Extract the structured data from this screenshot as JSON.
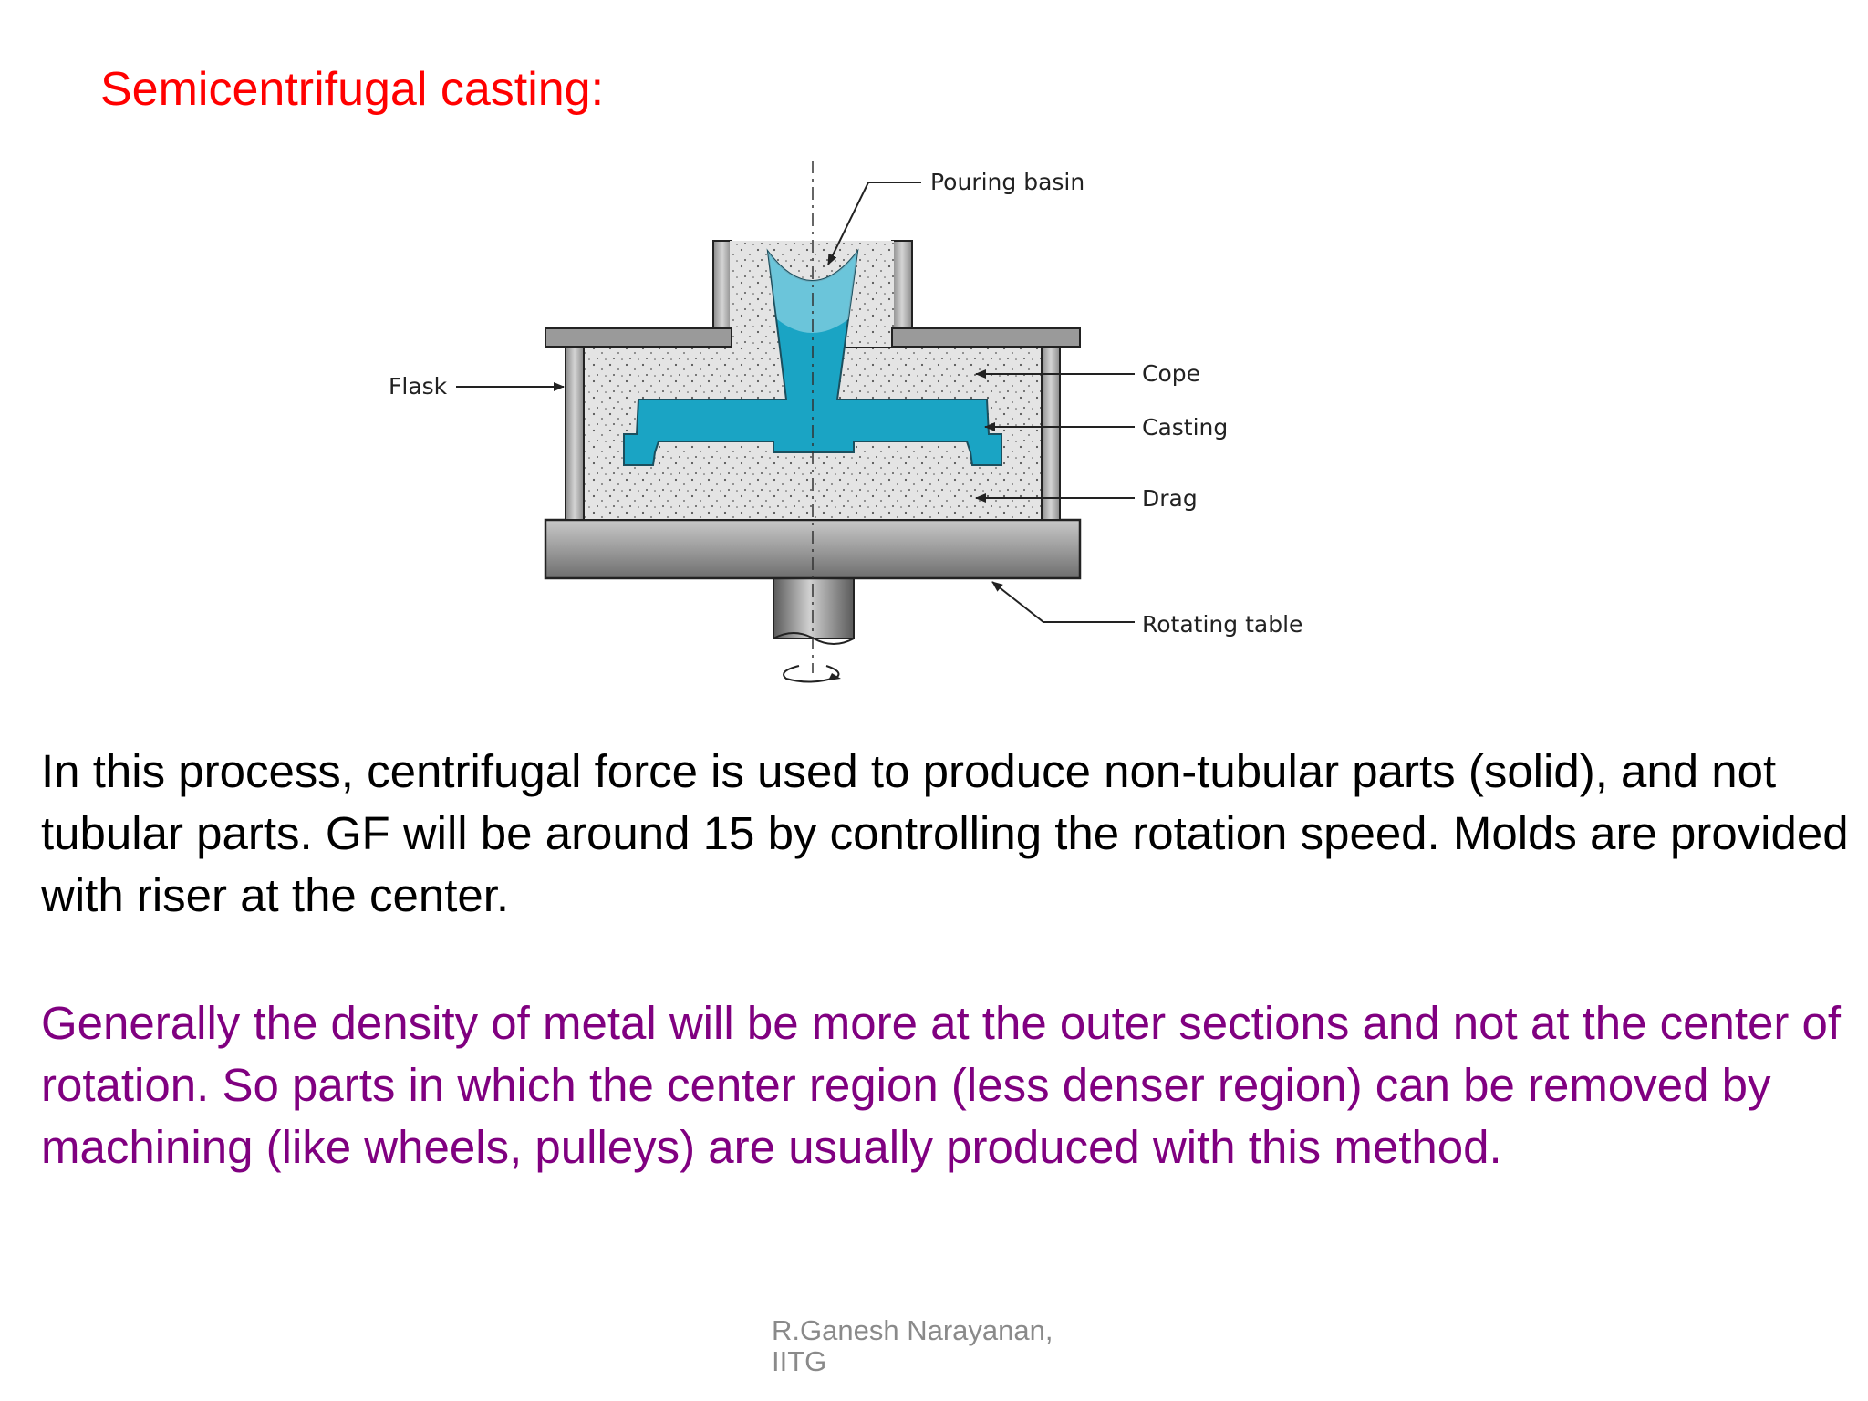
{
  "slide": {
    "title": "Semicentrifugal casting:",
    "title_color": "#ff0000"
  },
  "diagram": {
    "labels": {
      "pouring_basin": "Pouring basin",
      "flask": "Flask",
      "cope": "Cope",
      "casting": "Casting",
      "drag": "Drag",
      "rotating_table": "Rotating table"
    },
    "colors": {
      "metal": "#1aa4c4",
      "sand": "#e2e2e2",
      "steel": "#9a9a9a"
    }
  },
  "body": {
    "paragraph1": "In this process, centrifugal force is used to produce non-tubular parts (solid), and not tubular parts. GF will be around 15 by controlling the rotation speed. Molds are provided with riser at the center.",
    "paragraph2": "Generally the density of metal will be more at the outer sections and not at the center of rotation. So parts in which the center region (less denser region) can be removed by machining (like wheels, pulleys) are usually produced with this method.",
    "paragraph1_color": "#000000",
    "paragraph2_color": "#800080"
  },
  "footer": {
    "author_line1": "R.Ganesh Narayanan,",
    "author_line2": "IITG"
  }
}
